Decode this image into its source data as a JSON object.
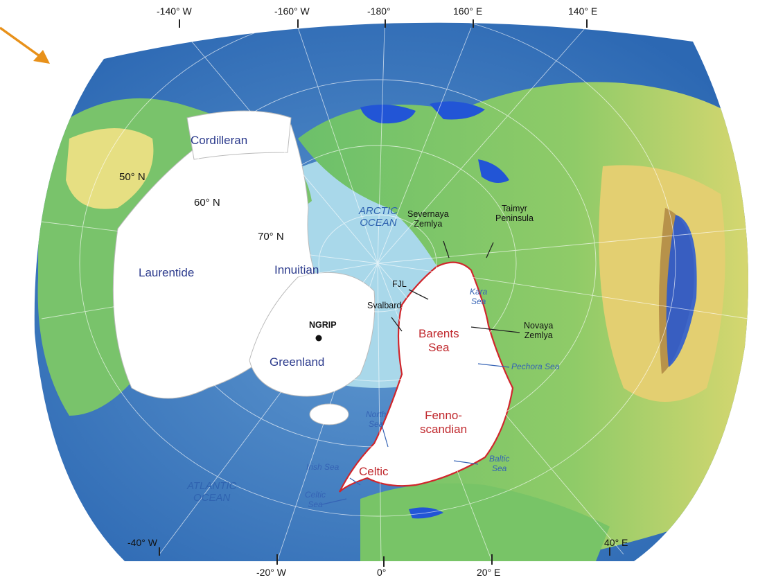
{
  "longitude_ticks_top": [
    "-140° W",
    "-160° W",
    "-180°",
    "160° E",
    "140° E"
  ],
  "longitude_ticks_bottom": [
    "-40° W",
    "-20° W",
    "0°",
    "20° E",
    "40° E"
  ],
  "latitude_labels": [
    "50° N",
    "60° N",
    "70° N"
  ],
  "ice_sheets": {
    "cordilleran": "Cordilleran",
    "laurentide": "Laurentide",
    "innuitian": "Innuitian",
    "greenland": "Greenland",
    "barents_sea": [
      "Barents",
      "Sea"
    ],
    "fennoscandian": [
      "Fenno-",
      "scandian"
    ],
    "celtic": "Celtic"
  },
  "oceans": {
    "arctic": [
      "ARCTIC",
      "OCEAN"
    ],
    "atlantic": [
      "ATLANTIC",
      "OCEAN"
    ]
  },
  "seas": {
    "kara": [
      "Kara",
      "Sea"
    ],
    "pechora": "Pechora Sea",
    "north": [
      "North",
      "Sea"
    ],
    "irish": "Irish Sea",
    "celtic_sea": [
      "Celtic",
      "Sea"
    ],
    "baltic": [
      "Baltic",
      "Sea"
    ]
  },
  "places": {
    "severnaya": [
      "Severnaya",
      "Zemlya"
    ],
    "taimyr": [
      "Taimyr",
      "Peninsula"
    ],
    "fjl": "FJL",
    "svalbard": "Svalbard",
    "novaya": [
      "Novaya",
      "Zemlya"
    ],
    "ngrip": "NGRIP"
  },
  "colors": {
    "ocean_deep": "#2f6fb8",
    "ocean_shelf": "#a9d8ea",
    "land_low": "#5cb85c",
    "land_high": "#e8df7a",
    "ice_sheet": "#ffffff",
    "barents_outline": "#d0262c",
    "glacier": "#2255d6",
    "arrow": "#e8911a"
  }
}
